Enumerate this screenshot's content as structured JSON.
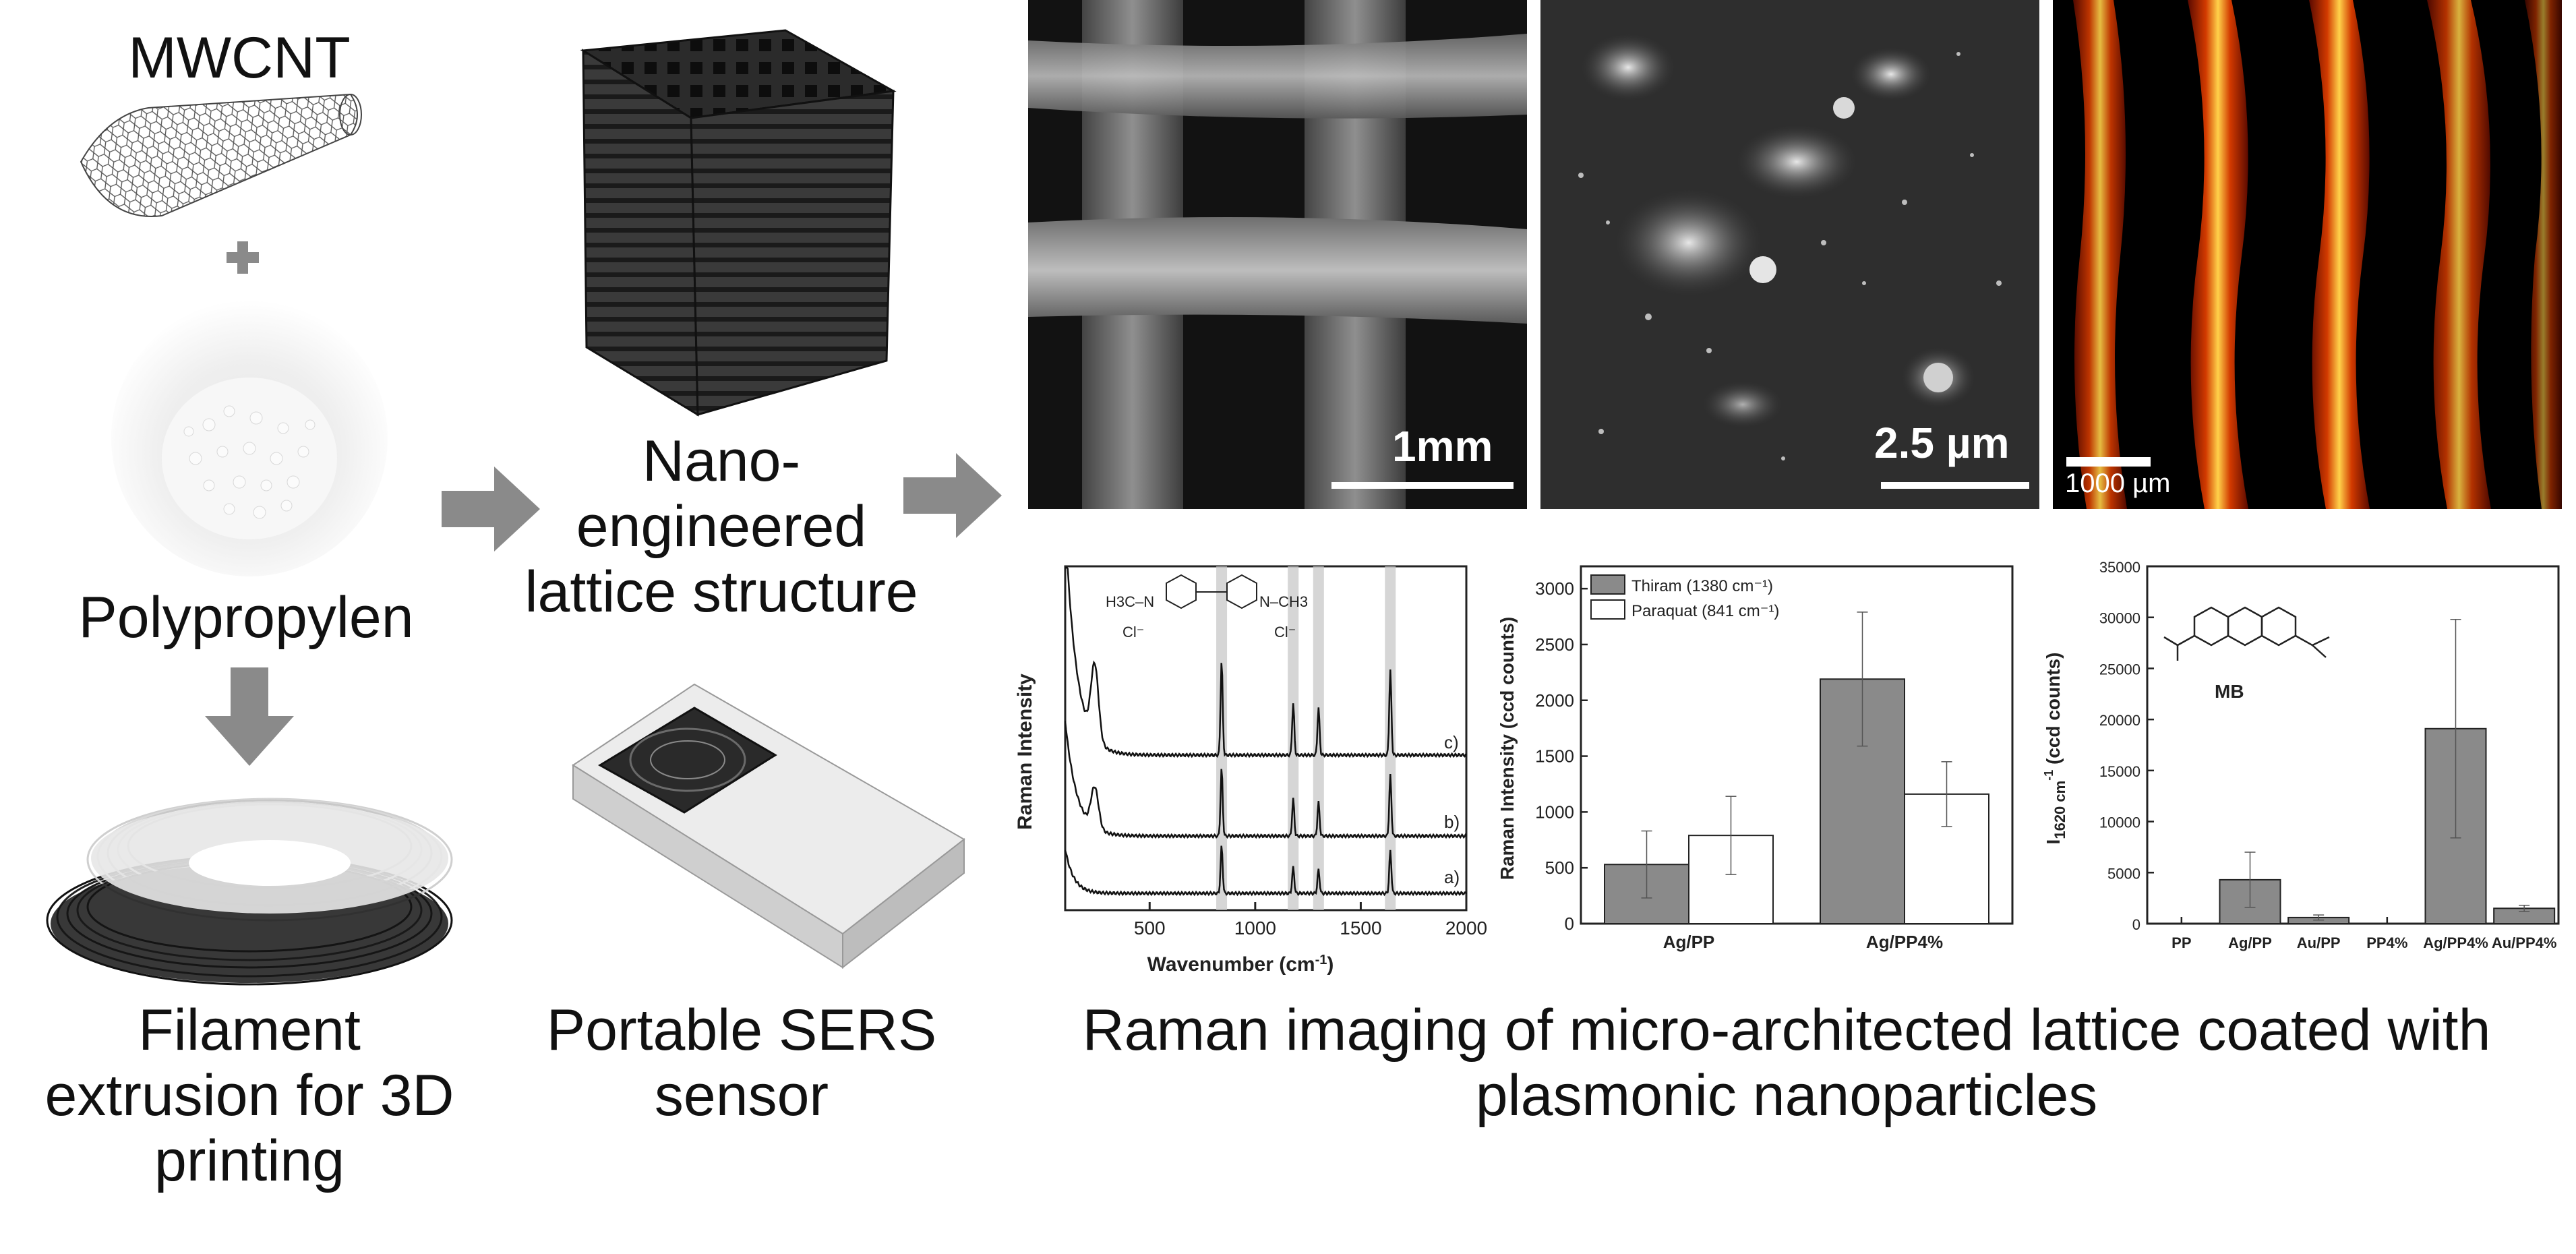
{
  "left": {
    "mwcnt": "MWCNT",
    "polymer": "Polypropylen",
    "filament": [
      "Filament",
      "extrusion for 3D",
      "printing"
    ]
  },
  "middle": {
    "lattice": [
      "Nano-",
      "engineered",
      "lattice structure"
    ],
    "sensor": [
      "Portable SERS",
      "sensor"
    ]
  },
  "images": {
    "sem1_scale": "1mm",
    "sem2_scale": "2.5 µm",
    "raman_map_scale": "1000 µm"
  },
  "caption": [
    "Raman imaging of micro-architected lattice coated with",
    "plasmonic nanoparticles"
  ],
  "spectrum_chart": {
    "ylabel": "Raman Intensity",
    "xlabel": "Wavenumber (cm",
    "xlabel_sup": "-1",
    "xlabel_end": ")",
    "xticks": [
      500,
      1000,
      1500,
      2000
    ],
    "xlim": [
      100,
      2000
    ],
    "trace_labels": [
      "c)",
      "b)",
      "a)"
    ],
    "highlight_bands": [
      841,
      1180,
      1300,
      1640
    ],
    "molecule": {
      "left": "H3C–N",
      "right": "N–CH3",
      "anion": "Cl⁻"
    }
  },
  "chart_data": [
    {
      "type": "bar",
      "ylabel": "Raman Intensity (ccd counts)",
      "categories": [
        "Ag/PP",
        "Ag/PP4%"
      ],
      "series": [
        {
          "name": "Thiram (1380 cm⁻¹)",
          "values": [
            530,
            2190
          ],
          "err": [
            300,
            600
          ]
        },
        {
          "name": "Paraquat (841 cm⁻¹)",
          "values": [
            790,
            1160
          ],
          "err": [
            350,
            290
          ]
        }
      ],
      "ylim": [
        0,
        3200
      ],
      "yticks": [
        0,
        500,
        1000,
        1500,
        2000,
        2500,
        3000
      ],
      "legend": "top-left",
      "colors": [
        "#8a8a8a",
        "#ffffff"
      ]
    },
    {
      "type": "bar",
      "ylabel_main": "I",
      "ylabel_sub": "1620 cm",
      "ylabel_sup": "-1",
      "ylabel_end": " (ccd counts)",
      "categories": [
        "PP",
        "Ag/PP",
        "Au/PP",
        "PP4%",
        "Ag/PP4%",
        "Au/PP4%"
      ],
      "values": [
        0,
        4300,
        600,
        0,
        19100,
        1500
      ],
      "err": [
        0,
        2700,
        250,
        0,
        10700,
        300
      ],
      "ylim": [
        0,
        35000
      ],
      "yticks": [
        0,
        5000,
        10000,
        15000,
        20000,
        25000,
        30000,
        35000
      ],
      "annotation": "MB",
      "colors": [
        "#8a8a8a"
      ]
    }
  ]
}
